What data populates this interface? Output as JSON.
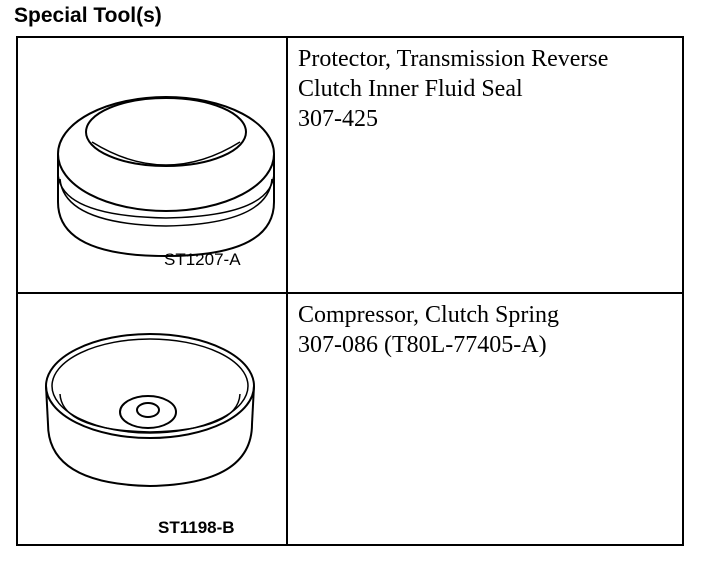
{
  "heading": "Special Tool(s)",
  "tools": [
    {
      "illustration_code": "ST1207-A",
      "icon": "ring-protector-icon",
      "lines": [
        "Protector, Transmission Reverse",
        "Clutch Inner Fluid Seal",
        "307-425"
      ]
    },
    {
      "illustration_code": "ST1198-B",
      "icon": "spring-compressor-icon",
      "lines": [
        "Compressor, Clutch Spring",
        "307-086 (T80L-77405-A)"
      ]
    }
  ]
}
